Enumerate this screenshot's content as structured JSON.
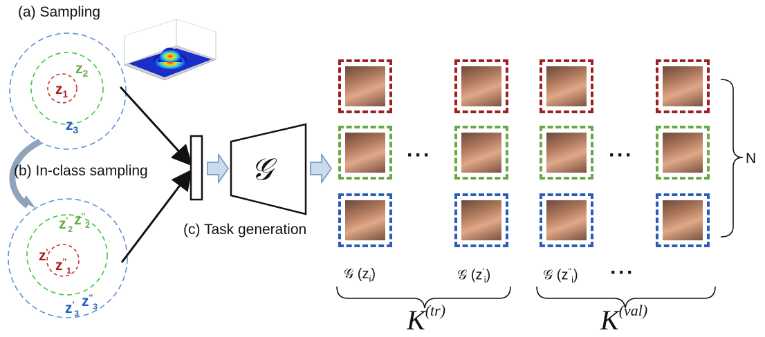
{
  "labels": {
    "sampling": "(a) Sampling",
    "in_class": "(b) In-class sampling",
    "task_gen": "(c) Task generation",
    "generator_symbol": "𝒢",
    "n_label": "N",
    "dots": "···"
  },
  "circle_a": {
    "z1": "z",
    "z1_sub": "1",
    "z2": "z",
    "z2_sub": "2",
    "z3": "z",
    "z3_sub": "3"
  },
  "circle_b": {
    "z1p": "z",
    "z1p_sup": "'",
    "z1pp": "z",
    "z1pp_sup": "''",
    "z1_sub": "1",
    "z2p": "z",
    "z2p_sup": "'",
    "z2pp": "z",
    "z2pp_sup": "''",
    "z2_sub": "2",
    "z3p": "z",
    "z3p_sup": "'",
    "z3pp": "z",
    "z3pp_sup": "''",
    "z3_sub": "3"
  },
  "bottom": {
    "g_zi": "𝒢 (z",
    "g_zi_sub": "i",
    "g_zi_end": ")",
    "g_zpi": "𝒢 (z",
    "g_zpi_sup": "'",
    "g_zpi_sub": "i",
    "g_zpi_end": ")",
    "g_zppi": "𝒢 (z",
    "g_zppi_sup": "''",
    "g_zppi_sub": "i",
    "g_zppi_end": ")",
    "k_tr": "K",
    "k_tr_sup": "(tr)",
    "k_val": "K",
    "k_val_sup": "(val)"
  },
  "colors": {
    "red": "#9e1f1f",
    "green": "#6aa845",
    "blue": "#2a5cb8",
    "arrow_fill": "#c9dcef"
  }
}
